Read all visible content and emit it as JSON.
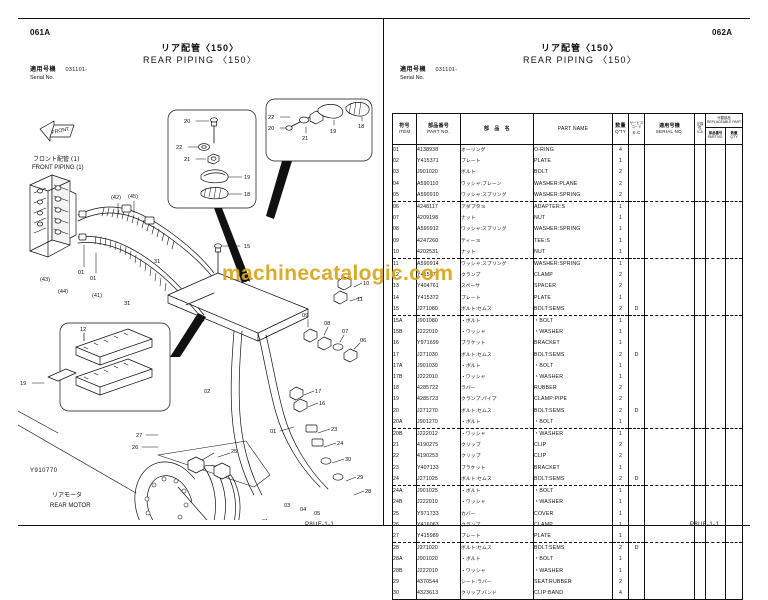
{
  "left_page": {
    "code": "061A",
    "title_jp": "リア配管〈150〉",
    "title_en": "REAR PIPING 〈150〉",
    "serial_label_jp": "適用号機",
    "serial_label_en": "Serial No.",
    "serial_value": "031101-",
    "footer": "P8UF-1-1",
    "drawing_id": "Y910770"
  },
  "right_page": {
    "code": "062A",
    "title_jp": "リア配管〈150〉",
    "title_en": "REAR PIPING 〈150〉",
    "serial_label_jp": "適用号機",
    "serial_label_en": "Serial No.",
    "serial_value": "031101-",
    "footer": "P8UF-1-1"
  },
  "diagram": {
    "front_piping_jp": "フロント配管 (1)",
    "front_piping_en": "FRONT PIPING (1)",
    "rear_motor_jp": "リアモータ",
    "rear_motor_en": "REAR MOTOR",
    "front_arrow_label": "FRONT",
    "callouts": [
      "01",
      "01",
      "01",
      "01",
      "02",
      "03",
      "04",
      "05",
      "06",
      "07",
      "08",
      "09",
      "10",
      "11",
      "12",
      "13",
      "14",
      "15",
      "16",
      "17",
      "18",
      "19",
      "20",
      "21",
      "22",
      "23",
      "24",
      "25",
      "26",
      "27",
      "28",
      "29",
      "30",
      "31",
      "31",
      "41",
      "42",
      "43",
      "44",
      "45"
    ]
  },
  "watermark": "machinecatalogic.com",
  "table": {
    "headers": {
      "item_jp": "符号",
      "item_en": "ITEM",
      "partno_jp": "部品番号",
      "partno_en": "PART NO.",
      "jpname_jp": "部　品　名",
      "name_en": "PART NAME",
      "qty_jp": "数量",
      "qty_en": "Q'TY",
      "sc_jp": "サービスコード",
      "sc_en": "S.C",
      "serial_jp": "適用号機",
      "serial_en": "SERIAL NO.",
      "ica_jp": "互換性",
      "ica_en": "ICA",
      "rep_jp": "代替部品",
      "rep_en": "REPLACEABLE PART",
      "rep_no_jp": "部品番号",
      "rep_no_en": "PART NO.",
      "rep_qty_jp": "数量",
      "rep_qty_en": "Q'TY"
    },
    "rows": [
      {
        "item": "01",
        "part_no": "4138938",
        "jp": "オーリング",
        "name": "O-RING",
        "qty": "4",
        "sc": "",
        "serial": "",
        "ica": "",
        "rep_no": "",
        "rep_qty": "",
        "group_end": false
      },
      {
        "item": "02",
        "part_no": "Y415371",
        "jp": "プレート",
        "name": "PLATE",
        "qty": "1",
        "sc": "",
        "serial": "",
        "ica": "",
        "rep_no": "",
        "rep_qty": "",
        "group_end": false
      },
      {
        "item": "03",
        "part_no": "J901020",
        "jp": "ボルト",
        "name": "BOLT",
        "qty": "2",
        "sc": "",
        "serial": "",
        "ica": "",
        "rep_no": "",
        "rep_qty": "",
        "group_end": false
      },
      {
        "item": "04",
        "part_no": "A590110",
        "jp": "ワッシャ:プレーン",
        "name": "WASHER:PLANE",
        "qty": "2",
        "sc": "",
        "serial": "",
        "ica": "",
        "rep_no": "",
        "rep_qty": "",
        "group_end": false
      },
      {
        "item": "05",
        "part_no": "A590910",
        "jp": "ワッシャ:スプリング",
        "name": "WASHER:SPRING",
        "qty": "2",
        "sc": "",
        "serial": "",
        "ica": "",
        "rep_no": "",
        "rep_qty": "",
        "group_end": true
      },
      {
        "item": "06",
        "part_no": "4248117",
        "jp": "アダプタ:S",
        "name": "ADAPTER:S",
        "qty": "1",
        "sc": "",
        "serial": "",
        "ica": "",
        "rep_no": "",
        "rep_qty": "",
        "group_end": false
      },
      {
        "item": "07",
        "part_no": "4209198",
        "jp": "ナット",
        "name": "NUT",
        "qty": "1",
        "sc": "",
        "serial": "",
        "ica": "",
        "rep_no": "",
        "rep_qty": "",
        "group_end": false
      },
      {
        "item": "08",
        "part_no": "A590912",
        "jp": "ワッシャ:スプリング",
        "name": "WASHER:SPRING",
        "qty": "1",
        "sc": "",
        "serial": "",
        "ica": "",
        "rep_no": "",
        "rep_qty": "",
        "group_end": false
      },
      {
        "item": "09",
        "part_no": "4247260",
        "jp": "ティー:S",
        "name": "TEE:S",
        "qty": "1",
        "sc": "",
        "serial": "",
        "ica": "",
        "rep_no": "",
        "rep_qty": "",
        "group_end": false
      },
      {
        "item": "10",
        "part_no": "4202531",
        "jp": "ナット",
        "name": "NUT",
        "qty": "1",
        "sc": "",
        "serial": "",
        "ica": "",
        "rep_no": "",
        "rep_qty": "",
        "group_end": true
      },
      {
        "item": "11",
        "part_no": "A590914",
        "jp": "ワッシャ:スプリング",
        "name": "WASHER:SPRING",
        "qty": "1",
        "sc": "",
        "serial": "",
        "ica": "",
        "rep_no": "",
        "rep_qty": "",
        "group_end": false
      },
      {
        "item": "12",
        "part_no": "Y415370",
        "jp": "クランプ",
        "name": "CLAMP",
        "qty": "2",
        "sc": "",
        "serial": "",
        "ica": "",
        "rep_no": "",
        "rep_qty": "",
        "group_end": false
      },
      {
        "item": "13",
        "part_no": "Y404761",
        "jp": "スペーサ",
        "name": "SPACER",
        "qty": "2",
        "sc": "",
        "serial": "",
        "ica": "",
        "rep_no": "",
        "rep_qty": "",
        "group_end": false
      },
      {
        "item": "14",
        "part_no": "Y415372",
        "jp": "プレート",
        "name": "PLATE",
        "qty": "1",
        "sc": "",
        "serial": "",
        "ica": "",
        "rep_no": "",
        "rep_qty": "",
        "group_end": false
      },
      {
        "item": "15",
        "part_no": "J271080",
        "jp": "ボルト:セムス",
        "name": "BOLT:SEMS",
        "qty": "2",
        "sc": "D",
        "serial": "",
        "ica": "",
        "rep_no": "",
        "rep_qty": "",
        "group_end": true
      },
      {
        "item": "15A",
        "part_no": "J901080",
        "jp": "・ボルト",
        "name": "・BOLT",
        "qty": "1",
        "sc": "",
        "serial": "",
        "ica": "",
        "rep_no": "",
        "rep_qty": "",
        "group_end": false
      },
      {
        "item": "15B",
        "part_no": "J222010",
        "jp": "・ワッシャ",
        "name": "・WASHER",
        "qty": "1",
        "sc": "",
        "serial": "",
        "ica": "",
        "rep_no": "",
        "rep_qty": "",
        "group_end": false
      },
      {
        "item": "16",
        "part_no": "Y971699",
        "jp": "ブラケット",
        "name": "BRACKET",
        "qty": "1",
        "sc": "",
        "serial": "",
        "ica": "",
        "rep_no": "",
        "rep_qty": "",
        "group_end": false
      },
      {
        "item": "17",
        "part_no": "J271030",
        "jp": "ボルト:セムス",
        "name": "BOLT:SEMS",
        "qty": "2",
        "sc": "D",
        "serial": "",
        "ica": "",
        "rep_no": "",
        "rep_qty": "",
        "group_end": false
      },
      {
        "item": "17A",
        "part_no": "J901030",
        "jp": "・ボルト",
        "name": "・BOLT",
        "qty": "1",
        "sc": "",
        "serial": "",
        "ica": "",
        "rep_no": "",
        "rep_qty": "",
        "group_end": false
      },
      {
        "item": "17B",
        "part_no": "J222010",
        "jp": "・ワッシャ",
        "name": "・WASHER",
        "qty": "1",
        "sc": "",
        "serial": "",
        "ica": "",
        "rep_no": "",
        "rep_qty": "",
        "group_end": false
      },
      {
        "item": "18",
        "part_no": "4285722",
        "jp": "ラバー",
        "name": "RUBBER",
        "qty": "2",
        "sc": "",
        "serial": "",
        "ica": "",
        "rep_no": "",
        "rep_qty": "",
        "group_end": false
      },
      {
        "item": "19",
        "part_no": "4285723",
        "jp": "クランプ:パイプ",
        "name": "CLAMP:PIPE",
        "qty": "2",
        "sc": "",
        "serial": "",
        "ica": "",
        "rep_no": "",
        "rep_qty": "",
        "group_end": false
      },
      {
        "item": "20",
        "part_no": "J271270",
        "jp": "ボルト:セムス",
        "name": "BOLT:SEMS",
        "qty": "2",
        "sc": "D",
        "serial": "",
        "ica": "",
        "rep_no": "",
        "rep_qty": "",
        "group_end": false
      },
      {
        "item": "20A",
        "part_no": "J901270",
        "jp": "・ボルト",
        "name": "・BOLT",
        "qty": "1",
        "sc": "",
        "serial": "",
        "ica": "",
        "rep_no": "",
        "rep_qty": "",
        "group_end": true
      },
      {
        "item": "20B",
        "part_no": "J222012",
        "jp": "・ワッシャ",
        "name": "・WASHER",
        "qty": "1",
        "sc": "",
        "serial": "",
        "ica": "",
        "rep_no": "",
        "rep_qty": "",
        "group_end": false
      },
      {
        "item": "21",
        "part_no": "4190275",
        "jp": "クリップ",
        "name": "CLIP",
        "qty": "2",
        "sc": "",
        "serial": "",
        "ica": "",
        "rep_no": "",
        "rep_qty": "",
        "group_end": false
      },
      {
        "item": "22",
        "part_no": "4190253",
        "jp": "クリップ",
        "name": "CLIP",
        "qty": "2",
        "sc": "",
        "serial": "",
        "ica": "",
        "rep_no": "",
        "rep_qty": "",
        "group_end": false
      },
      {
        "item": "23",
        "part_no": "Y407133",
        "jp": "ブラケット",
        "name": "BRACKET",
        "qty": "1",
        "sc": "",
        "serial": "",
        "ica": "",
        "rep_no": "",
        "rep_qty": "",
        "group_end": false
      },
      {
        "item": "24",
        "part_no": "J271025",
        "jp": "ボルト:セムス",
        "name": "BOLT:SEMS",
        "qty": "2",
        "sc": "D",
        "serial": "",
        "ica": "",
        "rep_no": "",
        "rep_qty": "",
        "group_end": true
      },
      {
        "item": "24A",
        "part_no": "J901025",
        "jp": "・ボルト",
        "name": "・BOLT",
        "qty": "1",
        "sc": "",
        "serial": "",
        "ica": "",
        "rep_no": "",
        "rep_qty": "",
        "group_end": false
      },
      {
        "item": "24B",
        "part_no": "J222010",
        "jp": "・ワッシャ",
        "name": "・WASHER",
        "qty": "1",
        "sc": "",
        "serial": "",
        "ica": "",
        "rep_no": "",
        "rep_qty": "",
        "group_end": false
      },
      {
        "item": "25",
        "part_no": "Y971733",
        "jp": "カバー",
        "name": "COVER",
        "qty": "1",
        "sc": "",
        "serial": "",
        "ica": "",
        "rep_no": "",
        "rep_qty": "",
        "group_end": false
      },
      {
        "item": "26",
        "part_no": "Y416063",
        "jp": "クランプ",
        "name": "CLAMP",
        "qty": "1",
        "sc": "",
        "serial": "",
        "ica": "",
        "rep_no": "",
        "rep_qty": "",
        "group_end": false
      },
      {
        "item": "27",
        "part_no": "Y415989",
        "jp": "プレート",
        "name": "PLATE",
        "qty": "1",
        "sc": "",
        "serial": "",
        "ica": "",
        "rep_no": "",
        "rep_qty": "",
        "group_end": true
      },
      {
        "item": "28",
        "part_no": "J271020",
        "jp": "ボルト:セムス",
        "name": "BOLT:SEMS",
        "qty": "2",
        "sc": "D",
        "serial": "",
        "ica": "",
        "rep_no": "",
        "rep_qty": "",
        "group_end": false
      },
      {
        "item": "28A",
        "part_no": "J901020",
        "jp": "・ボルト",
        "name": "・BOLT",
        "qty": "1",
        "sc": "",
        "serial": "",
        "ica": "",
        "rep_no": "",
        "rep_qty": "",
        "group_end": false
      },
      {
        "item": "28B",
        "part_no": "J222010",
        "jp": "・ワッシャ",
        "name": "・WASHER",
        "qty": "1",
        "sc": "",
        "serial": "",
        "ica": "",
        "rep_no": "",
        "rep_qty": "",
        "group_end": false
      },
      {
        "item": "29",
        "part_no": "4370544",
        "jp": "シート:ラバー",
        "name": "SEAT:RUBBER",
        "qty": "2",
        "sc": "",
        "serial": "",
        "ica": "",
        "rep_no": "",
        "rep_qty": "",
        "group_end": false
      },
      {
        "item": "30",
        "part_no": "4323613",
        "jp": "クリップ:バンド",
        "name": "CLIP:BAND",
        "qty": "4",
        "sc": "",
        "serial": "",
        "ica": "",
        "rep_no": "",
        "rep_qty": "",
        "group_end": false
      }
    ]
  }
}
